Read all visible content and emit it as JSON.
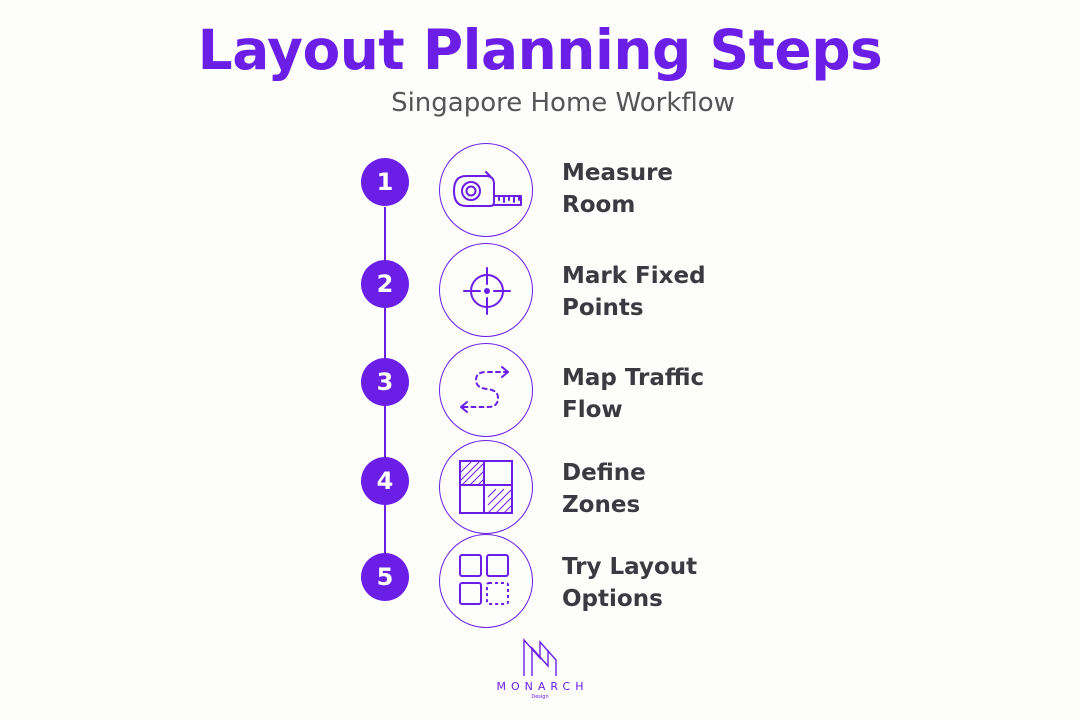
{
  "header": {
    "title": "Layout Planning Steps",
    "subtitle": "Singapore Home Workflow"
  },
  "steps": [
    {
      "number": "1",
      "label_line1": "Measure",
      "label_line2": "Room",
      "icon": "tape-measure-icon"
    },
    {
      "number": "2",
      "label_line1": "Mark Fixed",
      "label_line2": "Points",
      "icon": "crosshair-icon"
    },
    {
      "number": "3",
      "label_line1": "Map Traffic",
      "label_line2": "Flow",
      "icon": "traffic-path-icon"
    },
    {
      "number": "4",
      "label_line1": "Define",
      "label_line2": "Zones",
      "icon": "zones-grid-icon"
    },
    {
      "number": "5",
      "label_line1": "Try Layout",
      "label_line2": "Options",
      "icon": "layout-options-icon"
    }
  ],
  "logo": {
    "name": "MONARCH",
    "tagline": "Design"
  },
  "colors": {
    "accent": "#6a1ee6",
    "text": "#3a3a40",
    "subtitle": "#555558",
    "background": "#fdfdfc"
  }
}
